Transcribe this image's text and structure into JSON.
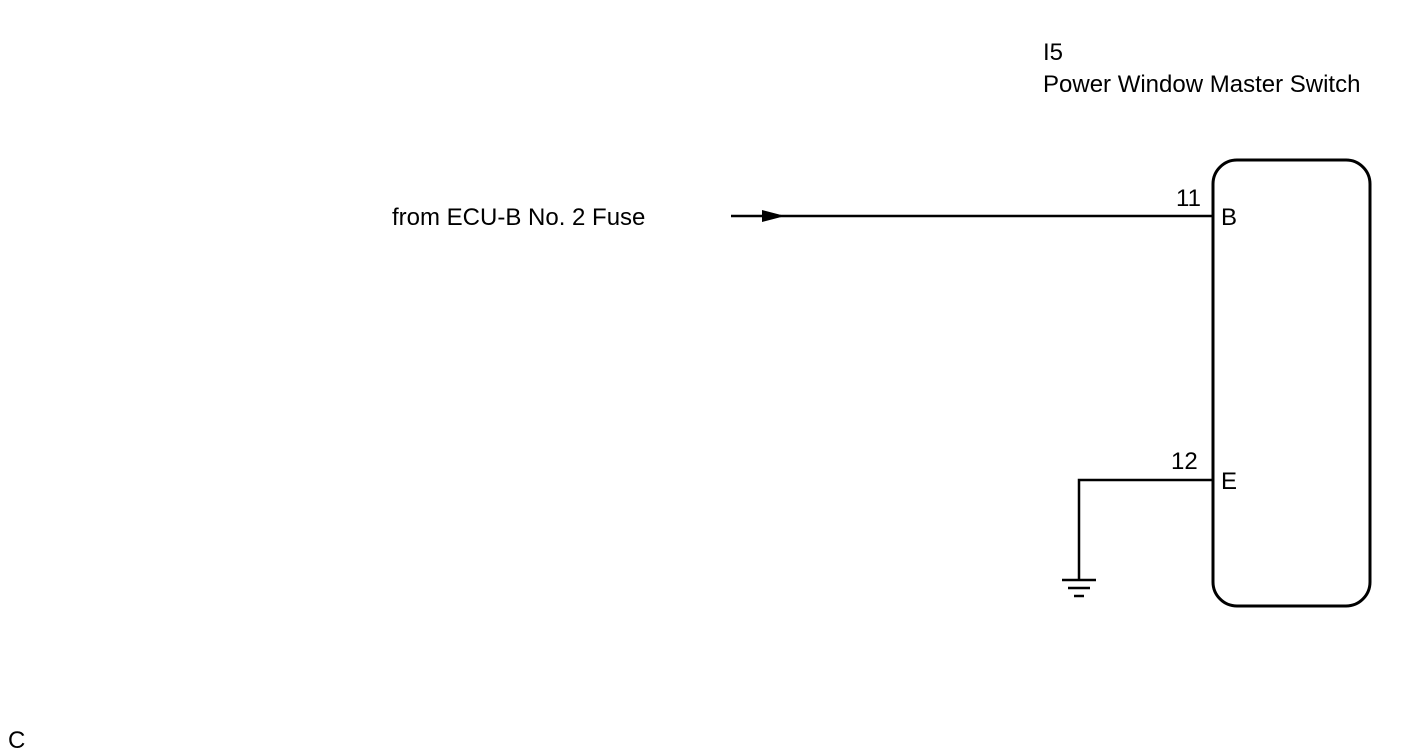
{
  "component": {
    "code": "I5",
    "name": "Power Window Master Switch"
  },
  "source": {
    "label": "from ECU-B No. 2 Fuse"
  },
  "pins": [
    {
      "number": "11",
      "name": "B"
    },
    {
      "number": "12",
      "name": "E"
    }
  ],
  "ground": {
    "icon": "ground-symbol-icon"
  },
  "corner_label": "C"
}
